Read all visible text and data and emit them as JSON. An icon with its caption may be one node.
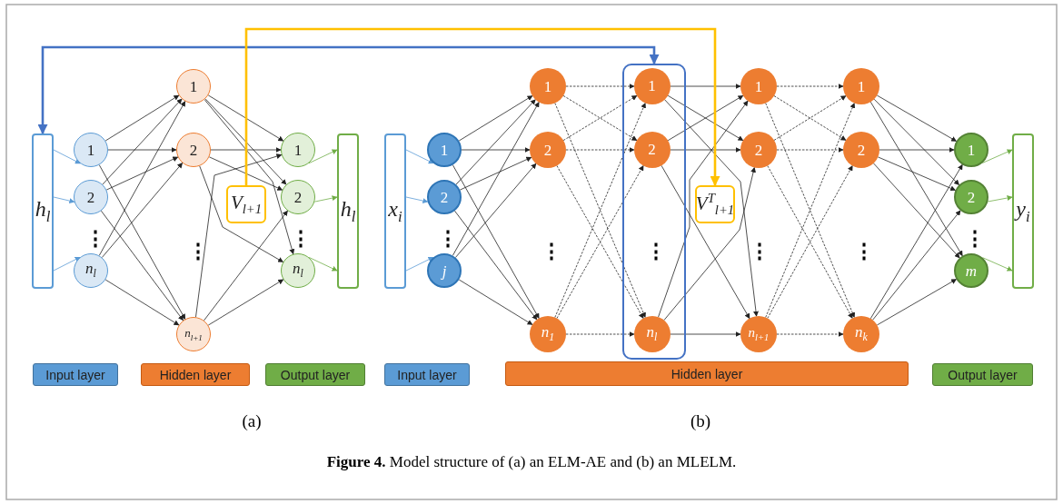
{
  "diagram": {
    "caption": "**Figure 4.** Model structure of (a) an ELM-AE and (b) an MLELM.",
    "nodes": [
      {
        "text": [
          "*h*$_{l}$"
        ]
      },
      {
        "text": [
          "1"
        ]
      },
      {
        "text": [
          "2"
        ]
      },
      {
        "text": [
          "*n*$_{l}$"
        ]
      },
      {
        "text": [
          "1"
        ]
      },
      {
        "text": [
          "2"
        ]
      },
      {
        "text": [
          "*n*$_{l+1}$"
        ]
      },
      {
        "text": [
          "*V*$_{l+1}$"
        ]
      },
      {
        "text": [
          "1"
        ]
      },
      {
        "text": [
          "2"
        ]
      },
      {
        "text": [
          "*n*$_{l}$"
        ]
      },
      {
        "text": [
          "*h*$_{l}$"
        ]
      },
      {
        "text": [
          "*x*$_{i}$"
        ]
      },
      {
        "text": [
          "1"
        ]
      },
      {
        "text": [
          "2"
        ]
      },
      {
        "text": [
          "*j*"
        ]
      },
      {
        "text": [
          "1"
        ]
      },
      {
        "text": [
          "2"
        ]
      },
      {
        "text": [
          "*n*$_{1}$"
        ]
      },
      {
        "text": [],
        "shape": "box"
      },
      {
        "text": [
          "1"
        ],
        "in": 19
      },
      {
        "text": [
          "2"
        ],
        "in": 19
      },
      {
        "text": [
          "*n*$_{l}$"
        ],
        "in": 19
      },
      {
        "text": [
          "*V*$^{T}$$_{l+1}$"
        ]
      },
      {
        "text": [
          "1"
        ]
      },
      {
        "text": [
          "2"
        ]
      },
      {
        "text": [
          "*n*$_{l+1}$"
        ]
      },
      {
        "text": [
          "1"
        ]
      },
      {
        "text": [
          "2"
        ]
      },
      {
        "text": [
          "*n*$_{k}$"
        ]
      },
      {
        "text": [
          "1"
        ]
      },
      {
        "text": [
          "2"
        ]
      },
      {
        "text": [
          "*m*"
        ]
      },
      {
        "text": [
          "*y*$_{i}$"
        ]
      },
      {
        "text": [
          "Input layer"
        ]
      },
      {
        "text": [
          "Hidden layer"
        ]
      },
      {
        "text": [
          "Output layer"
        ]
      },
      {
        "text": [
          "Input layer"
        ]
      },
      {
        "text": [
          "Hidden layer"
        ]
      },
      {
        "text": [
          "Output layer"
        ]
      }
    ],
    "edges": [
      {
        "from": 0,
        "to": 1,
        "arrow": "to",
        "color": "#5b9bd5"
      },
      {
        "from": 0,
        "to": 2,
        "arrow": "to",
        "color": "#5b9bd5"
      },
      {
        "from": 0,
        "to": 3,
        "arrow": "to",
        "color": "#5b9bd5"
      },
      {
        "from": 1,
        "to": 4,
        "arrow": "to"
      },
      {
        "from": 1,
        "to": 5,
        "arrow": "to"
      },
      {
        "from": 1,
        "to": 6,
        "arrow": "to"
      },
      {
        "from": 2,
        "to": 4,
        "arrow": "to"
      },
      {
        "from": 2,
        "to": 5,
        "arrow": "to"
      },
      {
        "from": 2,
        "to": 6,
        "arrow": "to"
      },
      {
        "from": 3,
        "to": 4,
        "arrow": "to"
      },
      {
        "from": 3,
        "to": 5,
        "arrow": "to"
      },
      {
        "from": 3,
        "to": 6,
        "arrow": "to"
      },
      {
        "from": 4,
        "to": 8,
        "arrow": "to"
      },
      {
        "from": 4,
        "to": 9,
        "arrow": "to"
      },
      {
        "from": 4,
        "to": 10,
        "arrow": "to"
      },
      {
        "from": 5,
        "to": 8,
        "arrow": "to"
      },
      {
        "from": 5,
        "to": 9,
        "arrow": "to"
      },
      {
        "from": 5,
        "to": 10,
        "arrow": "to"
      },
      {
        "from": 6,
        "to": 8,
        "arrow": "to"
      },
      {
        "from": 6,
        "to": 9,
        "arrow": "to"
      },
      {
        "from": 6,
        "to": 10,
        "arrow": "to"
      },
      {
        "from": 8,
        "to": 11,
        "arrow": "to",
        "color": "#70ad47"
      },
      {
        "from": 9,
        "to": 11,
        "arrow": "to",
        "color": "#70ad47"
      },
      {
        "from": 10,
        "to": 11,
        "arrow": "to",
        "color": "#70ad47"
      },
      {
        "from": 12,
        "to": 13,
        "arrow": "to",
        "color": "#5b9bd5"
      },
      {
        "from": 12,
        "to": 14,
        "arrow": "to",
        "color": "#5b9bd5"
      },
      {
        "from": 12,
        "to": 15,
        "arrow": "to",
        "color": "#5b9bd5"
      },
      {
        "from": 13,
        "to": 16,
        "arrow": "to"
      },
      {
        "from": 13,
        "to": 17,
        "arrow": "to"
      },
      {
        "from": 13,
        "to": 18,
        "arrow": "to"
      },
      {
        "from": 14,
        "to": 16,
        "arrow": "to"
      },
      {
        "from": 14,
        "to": 17,
        "arrow": "to"
      },
      {
        "from": 14,
        "to": 18,
        "arrow": "to"
      },
      {
        "from": 15,
        "to": 16,
        "arrow": "to"
      },
      {
        "from": 15,
        "to": 17,
        "arrow": "to"
      },
      {
        "from": 15,
        "to": 18,
        "arrow": "to"
      },
      {
        "from": 16,
        "to": 20,
        "arrow": "to",
        "style": "dashed"
      },
      {
        "from": 16,
        "to": 21,
        "arrow": "to",
        "style": "dashed"
      },
      {
        "from": 16,
        "to": 22,
        "arrow": "to",
        "style": "dashed"
      },
      {
        "from": 17,
        "to": 20,
        "arrow": "to",
        "style": "dashed"
      },
      {
        "from": 17,
        "to": 21,
        "arrow": "to",
        "style": "dashed"
      },
      {
        "from": 17,
        "to": 22,
        "arrow": "to",
        "style": "dashed"
      },
      {
        "from": 18,
        "to": 20,
        "arrow": "to",
        "style": "dashed"
      },
      {
        "from": 18,
        "to": 21,
        "arrow": "to",
        "style": "dashed"
      },
      {
        "from": 18,
        "to": 22,
        "arrow": "to",
        "style": "dashed"
      },
      {
        "from": 20,
        "to": 24,
        "arrow": "to"
      },
      {
        "from": 20,
        "to": 25,
        "arrow": "to"
      },
      {
        "from": 20,
        "to": 26,
        "arrow": "to"
      },
      {
        "from": 21,
        "to": 24,
        "arrow": "to"
      },
      {
        "from": 21,
        "to": 25,
        "arrow": "to"
      },
      {
        "from": 21,
        "to": 26,
        "arrow": "to"
      },
      {
        "from": 22,
        "to": 24,
        "arrow": "to"
      },
      {
        "from": 22,
        "to": 25,
        "arrow": "to"
      },
      {
        "from": 22,
        "to": 26,
        "arrow": "to"
      },
      {
        "from": 24,
        "to": 27,
        "arrow": "to",
        "style": "dashed"
      },
      {
        "from": 24,
        "to": 28,
        "arrow": "to",
        "style": "dashed"
      },
      {
        "from": 24,
        "to": 29,
        "arrow": "to",
        "style": "dashed"
      },
      {
        "from": 25,
        "to": 27,
        "arrow": "to",
        "style": "dashed"
      },
      {
        "from": 25,
        "to": 28,
        "arrow": "to",
        "style": "dashed"
      },
      {
        "from": 25,
        "to": 29,
        "arrow": "to",
        "style": "dashed"
      },
      {
        "from": 26,
        "to": 27,
        "arrow": "to",
        "style": "dashed"
      },
      {
        "from": 26,
        "to": 28,
        "arrow": "to",
        "style": "dashed"
      },
      {
        "from": 26,
        "to": 29,
        "arrow": "to",
        "style": "dashed"
      },
      {
        "from": 27,
        "to": 30,
        "arrow": "to"
      },
      {
        "from": 27,
        "to": 31,
        "arrow": "to"
      },
      {
        "from": 27,
        "to": 32,
        "arrow": "to"
      },
      {
        "from": 28,
        "to": 30,
        "arrow": "to"
      },
      {
        "from": 28,
        "to": 31,
        "arrow": "to"
      },
      {
        "from": 28,
        "to": 32,
        "arrow": "to"
      },
      {
        "from": 29,
        "to": 30,
        "arrow": "to"
      },
      {
        "from": 29,
        "to": 31,
        "arrow": "to"
      },
      {
        "from": 29,
        "to": 32,
        "arrow": "to"
      },
      {
        "from": 30,
        "to": 33,
        "arrow": "to",
        "color": "#70ad47"
      },
      {
        "from": 31,
        "to": 33,
        "arrow": "to",
        "color": "#70ad47"
      },
      {
        "from": 32,
        "to": 33,
        "arrow": "to",
        "color": "#70ad47"
      },
      {
        "from": 19,
        "to": 0,
        "arrow": "both",
        "style": "thick",
        "color": "#4472c4"
      },
      {
        "from": 7,
        "to": 23,
        "arrow": "to",
        "style": "thick",
        "color": "#ffc000"
      }
    ],
    "labels": [
      "⋮",
      "⋮",
      "⋮",
      "⋮",
      "⋮",
      "⋮",
      "⋮",
      "⋮",
      "⋮",
      "(a)",
      "(b)"
    ]
  }
}
